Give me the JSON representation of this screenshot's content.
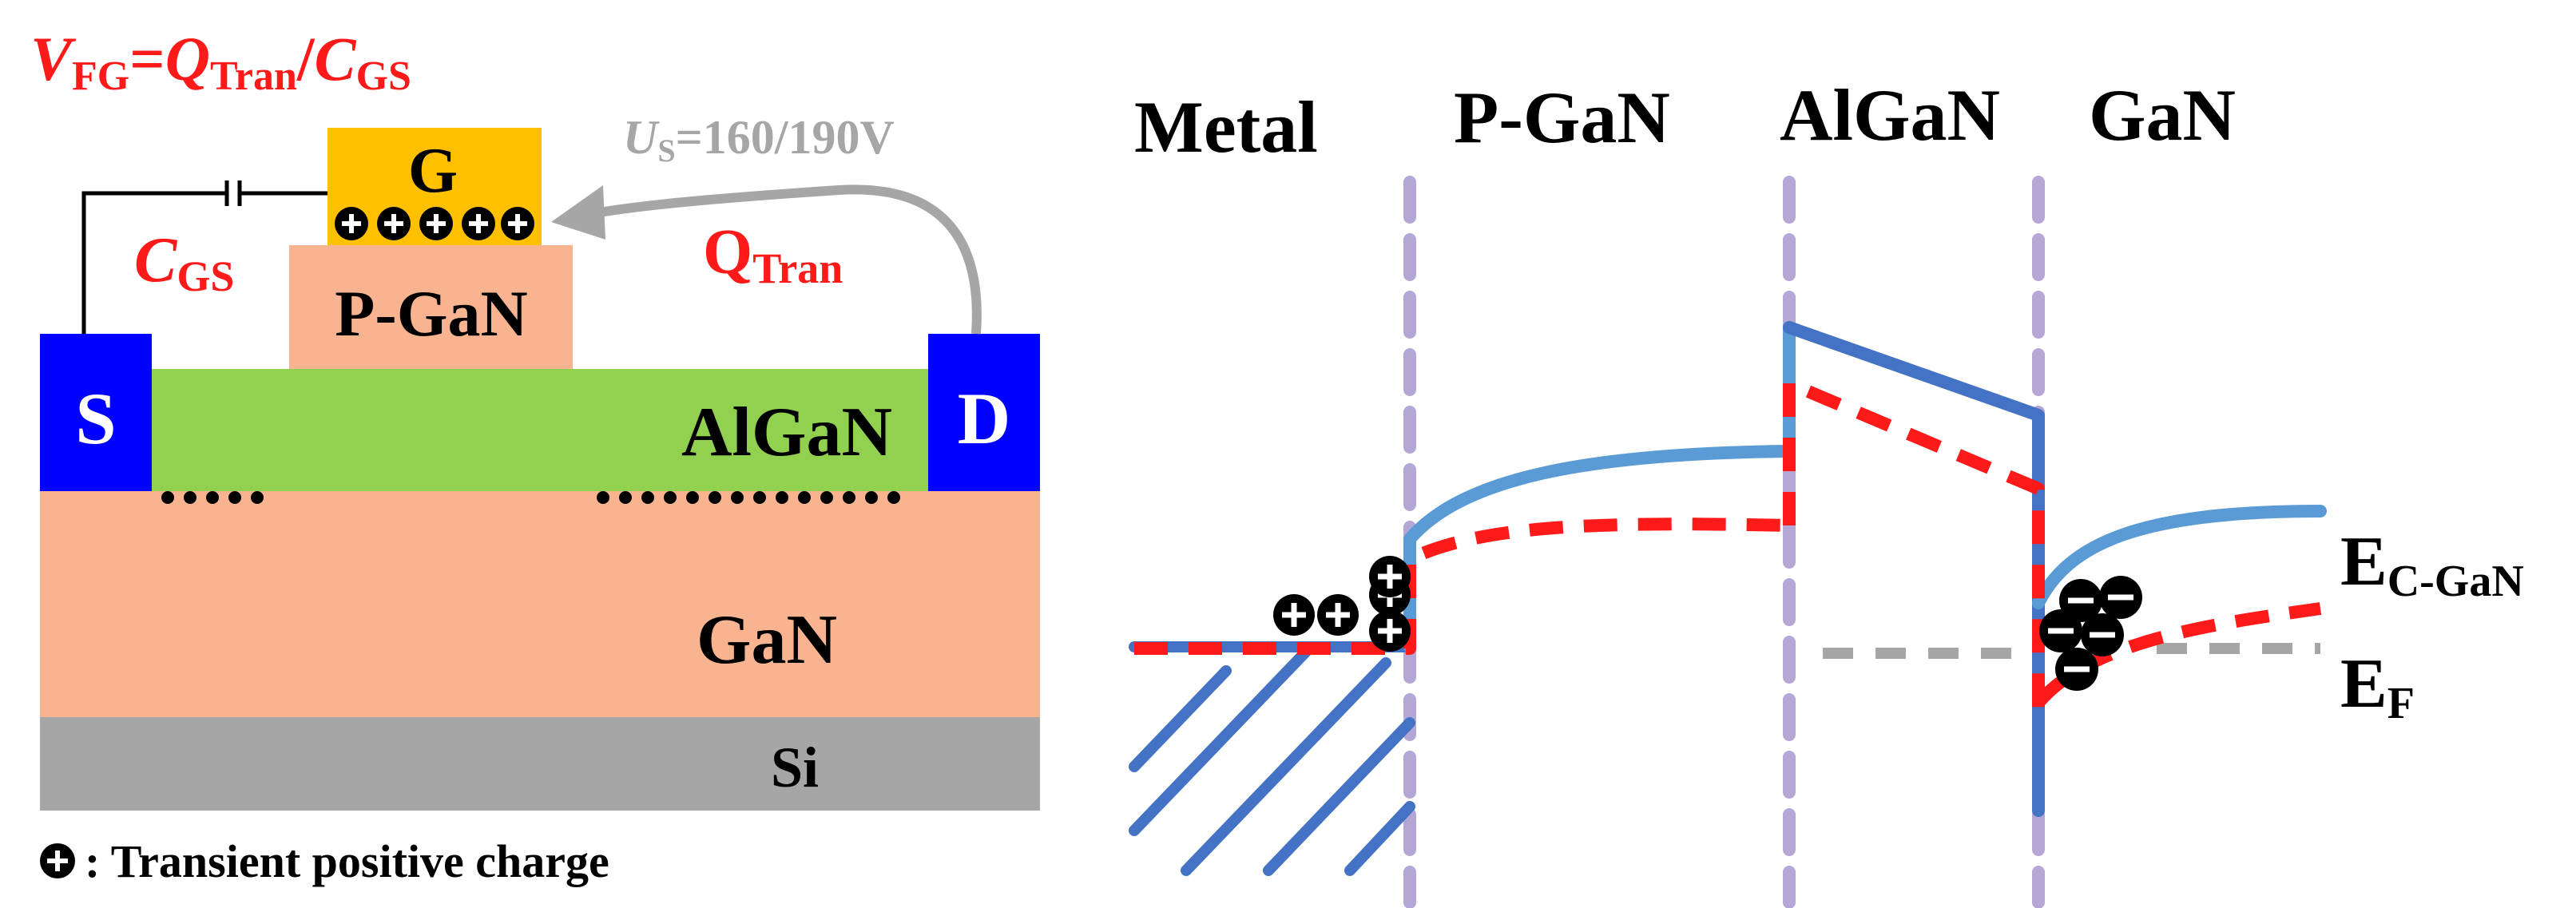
{
  "colors": {
    "red": "#ff1a1a",
    "gray_text": "#a6a6a6",
    "gate_gold": "#ffc000",
    "pgan_peach": "#f8b490",
    "algan_green": "#92d050",
    "contact_blue": "#0000ff",
    "si_gray": "#a6a6a6",
    "band_blue": "#4472c4",
    "band_light_blue": "#5b9bd5",
    "divider_purple": "#b4a7d6",
    "fermi_gray": "#a6a6a6"
  },
  "device": {
    "formula": {
      "v": "V",
      "v_sub": "FG",
      "eq": "=",
      "q": "Q",
      "q_sub": "Tran",
      "slash": "/",
      "c": "C",
      "c_sub": "GS"
    },
    "us_label": {
      "u": "U",
      "u_sub": "S",
      "value": "=160/190V"
    },
    "gate_label": "G",
    "pgan_label": "P-GaN",
    "algan_label": "AlGaN",
    "gan_label": "GaN",
    "si_label": "Si",
    "source_label": "S",
    "drain_label": "D",
    "cgs_label": {
      "c": "C",
      "sub": "GS"
    },
    "qtran_label": {
      "q": "Q",
      "sub": "Tran"
    },
    "legend_text": ": Transient positive charge"
  },
  "band_diagram": {
    "regions": [
      "Metal",
      "P-GaN",
      "AlGaN",
      "GaN"
    ],
    "ec_label": {
      "e": "E",
      "sub": "C-GaN"
    },
    "ef_label": {
      "e": "E",
      "sub": "F"
    }
  }
}
